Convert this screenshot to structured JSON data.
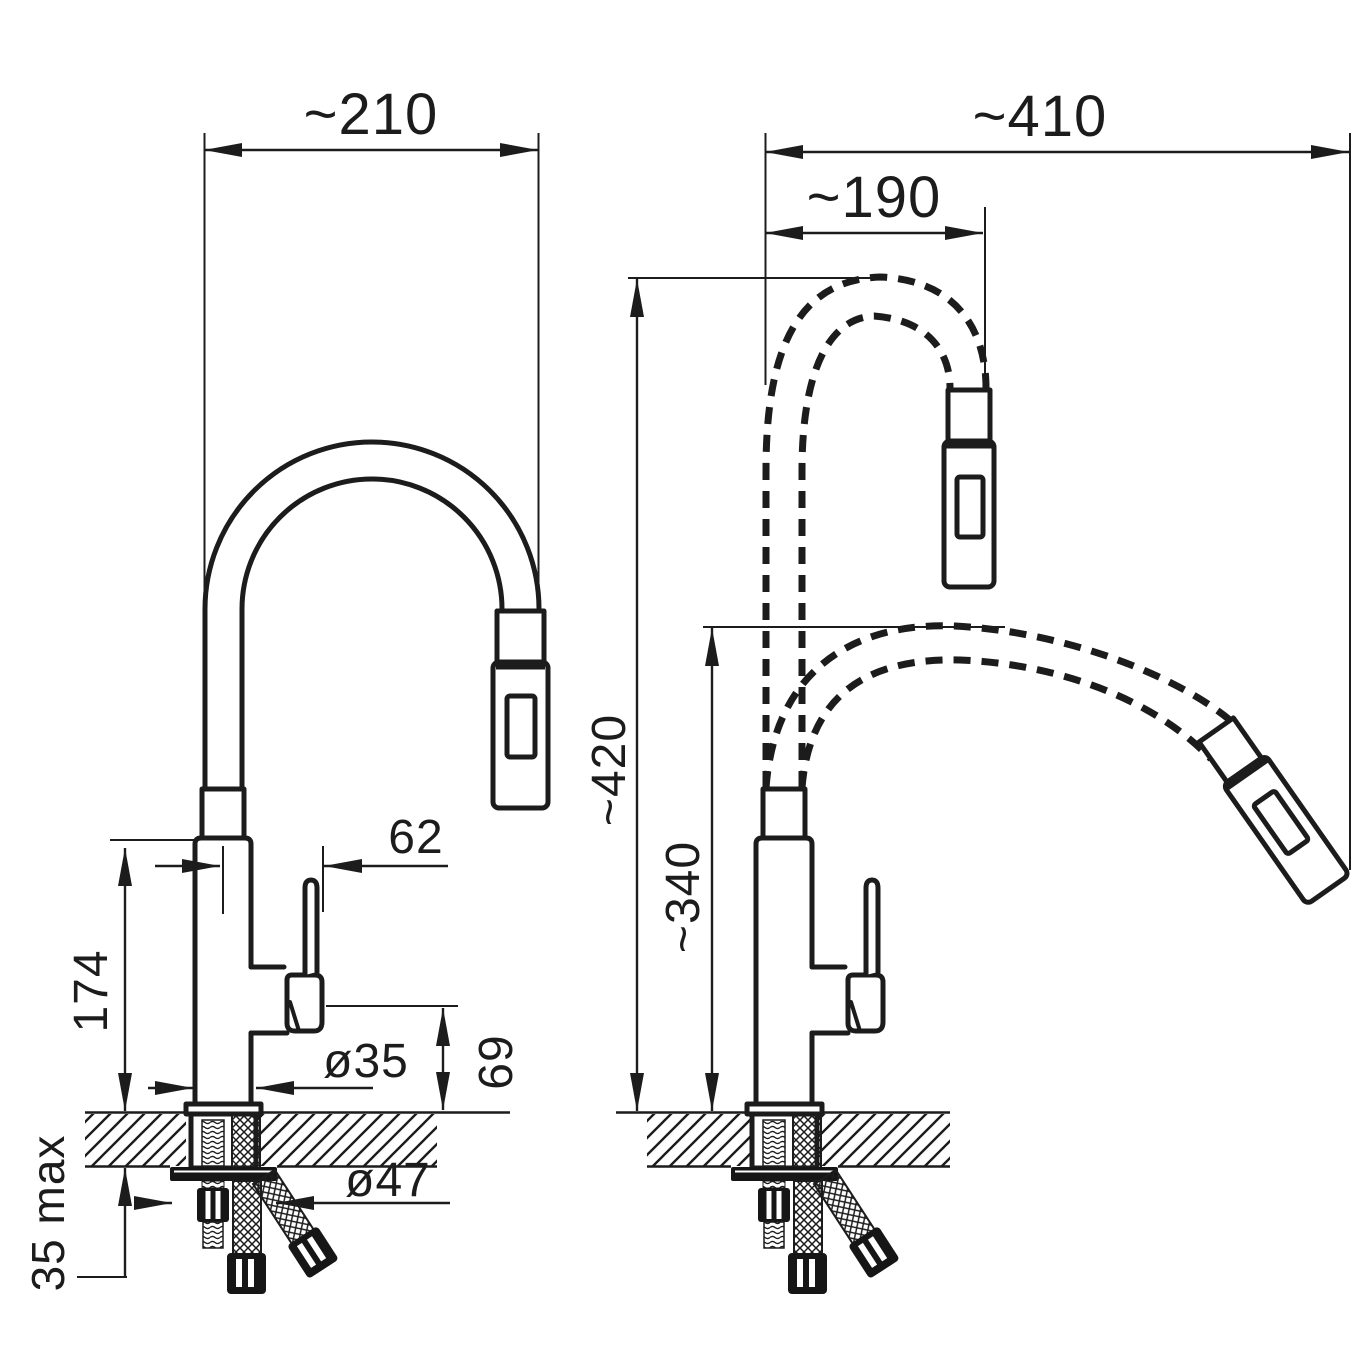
{
  "drawing": {
    "background": "#ffffff",
    "ink": "#1c1c1c",
    "views": {
      "left": {
        "label": "faucet front view, hose hanging",
        "dims": {
          "spout_width": "~210",
          "handle_offset": "62",
          "body_height": "174",
          "body_diameter": "ø35",
          "outlet_height": "69",
          "flange_diameter": "ø47",
          "counter_thickness": "35 max"
        }
      },
      "right": {
        "label": "faucet view with hose positions",
        "dims": {
          "total_width": "~410",
          "hose_reach": "~190",
          "height_hose_up": "~420",
          "height_hose_down": "~340"
        }
      }
    }
  }
}
